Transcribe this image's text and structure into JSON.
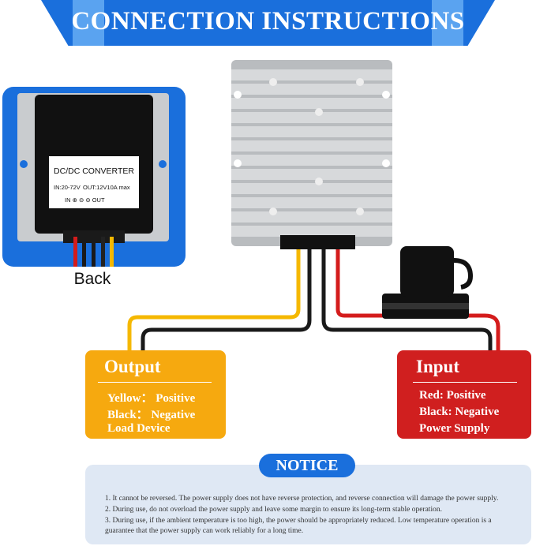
{
  "header": {
    "title": "CONNECTION INSTRUCTIONS"
  },
  "device_label": {
    "name": "DC/DC CONVERTER",
    "input_spec": "IN:20-72V",
    "output_spec": "OUT:12V10A max",
    "terminals": "IN ⊕ ⊖ ⊖ OUT"
  },
  "back_label": "Back",
  "output_box": {
    "title": "Output",
    "line1": "Yellow： Positive",
    "line2": "Black： Negative",
    "line3": "Load Device"
  },
  "input_box": {
    "title": "Input",
    "line1": "Red: Positive",
    "line2": "Black: Negative",
    "line3": "Power Supply"
  },
  "notice": {
    "title": "NOTICE",
    "items": [
      "1. It cannot be reversed. The power supply does not have reverse protection, and reverse connection will damage the power supply.",
      "2. During use, do not overload the power supply and leave some margin to ensure its long-term stable operation.",
      "3. During use, if the ambient temperature is too high, the power should be appropriately reduced. Low temperature operation is a guarantee that the power supply can work reliably for a long time."
    ]
  },
  "colors": {
    "banner": "#1a6fdc",
    "output_box": "#f6a90f",
    "input_box": "#d01f1f",
    "back_panel": "#1a6fdc",
    "wire_yellow": "#f5b800",
    "wire_black": "#1a1a1a",
    "wire_red": "#d41c1c"
  }
}
